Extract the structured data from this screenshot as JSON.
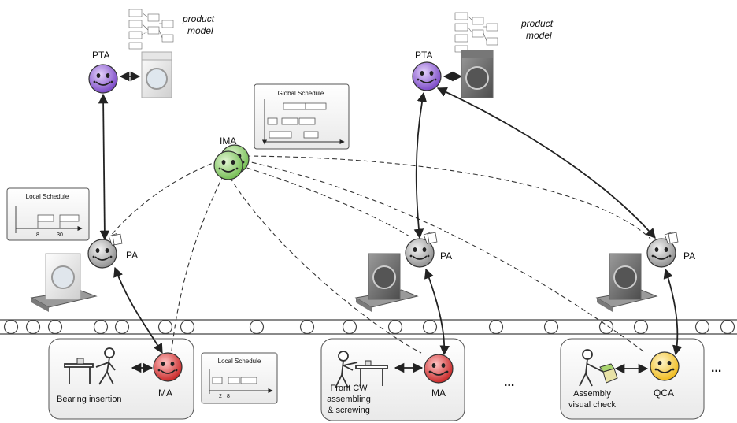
{
  "product_model_label_left": "product\nmodel",
  "product_model_label_right": "product\nmodel",
  "agents": {
    "pta_left": "PTA",
    "pta_right": "PTA",
    "ima": "IMA",
    "pa_1": "PA",
    "pa_2": "PA",
    "pa_3": "PA",
    "ma_1": "MA",
    "ma_2": "MA",
    "qca": "QCA"
  },
  "global_schedule": {
    "title": "Global Schedule"
  },
  "local_schedule_pa": {
    "title": "Local Schedule",
    "tick_a": "8",
    "tick_b": "30"
  },
  "local_schedule_ma": {
    "title": "Local Schedule",
    "tick_a": "2",
    "tick_b": "8"
  },
  "stations": {
    "bearing": "Bearing insertion",
    "front_cw": "Front CW\nassembling\n& screwing",
    "visual_check": "Assembly\nvisual check"
  },
  "ellipsis_1": "...",
  "ellipsis_2": "...",
  "colors": {
    "pta": "#8e5bd0",
    "ima": "#86c862",
    "pa": "#a5a5a5",
    "ma": "#d12a2a",
    "qca": "#f0c21e"
  }
}
